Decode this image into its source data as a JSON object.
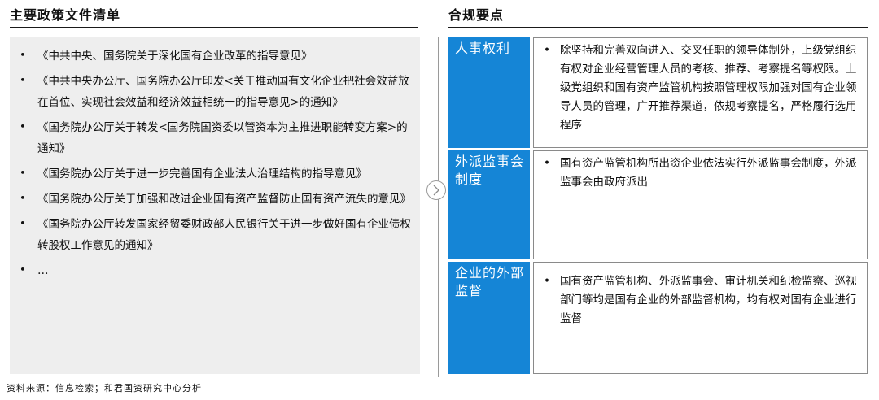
{
  "headings": {
    "left": "主要政策文件清单",
    "right": "合规要点"
  },
  "bullet_symbol": "•",
  "documents": [
    "《中共中央、国务院关于深化国有企业改革的指导意见》",
    "《中共中央办公厅、国务院办公厅印发<关于推动国有文化企业把社会效益放在首位、实现社会效益和经济效益相统一的指导意见>的通知》",
    "《国务院办公厅关于转发<国务院国资委以管资本为主推进职能转变方案>的通知》",
    "《国务院办公厅关于进一步完善国有企业法人治理结构的指导意见》",
    "《国务院办公厅关于加强和改进企业国有资产监督防止国有资产流失的意见》",
    "《国务院办公厅转发国家经贸委财政部人民银行关于进一步做好国有企业债权转股权工作意见的通知》",
    "…"
  ],
  "compliance": [
    {
      "label": "人事权利",
      "text": "除坚持和完善双向进入、交叉任职的领导体制外，上级党组织有权对企业经营管理人员的考核、推荐、考察提名等权限。上级党组织和国有资产监管机构按照管理权限加强对国有企业领导人员的管理，广开推荐渠道，依规考察提名，严格履行选用程序"
    },
    {
      "label": "外派监事会制度",
      "text": "国有资产监管机构所出资企业依法实行外派监事会制度，外派监事会由政府派出"
    },
    {
      "label": "企业的外部监督",
      "text": "国有资产监管机构、外派监事会、审计机关和纪检监察、巡视部门等均是国有企业的外部监督机构，均有权对国有企业进行监督"
    }
  ],
  "source": "资料来源：信息检索；和君国资研究中心分析",
  "colors": {
    "accent_blue": "#1585d6",
    "panel_gray": "#eeeeee",
    "border_gray": "#8a8a8a"
  },
  "icons": {
    "connector": "chevron-right-icon"
  }
}
